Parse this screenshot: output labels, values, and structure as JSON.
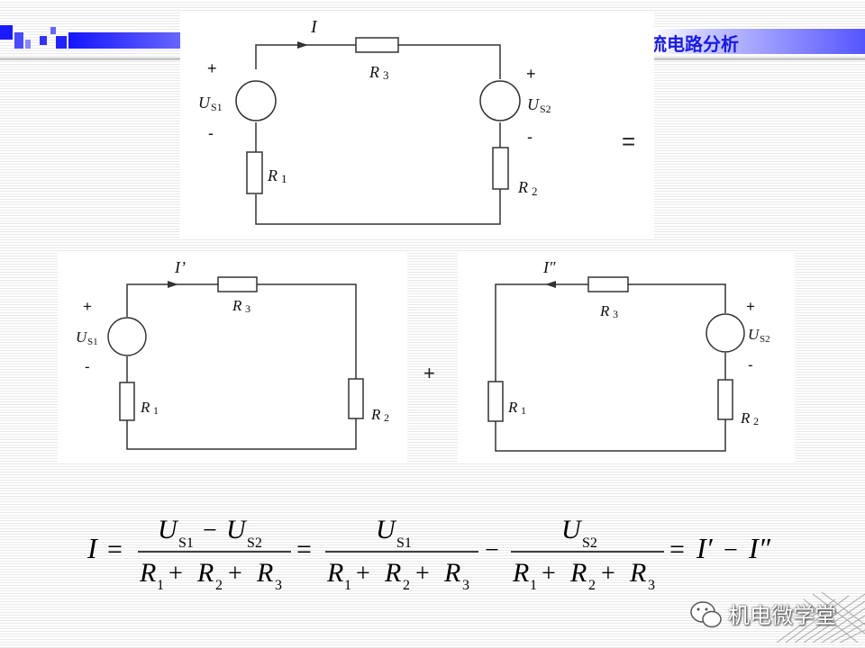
{
  "header": {
    "title": "流电路分析"
  },
  "top_circuit": {
    "current": "I",
    "left_source": {
      "symbol": "U",
      "subscript": "S1",
      "plus": "+",
      "minus": "-"
    },
    "right_source": {
      "symbol": "U",
      "subscript": "S2",
      "plus": "+",
      "minus": "-"
    },
    "r3": {
      "symbol": "R",
      "subscript": "3"
    },
    "r1": {
      "symbol": "R",
      "subscript": "1"
    },
    "r2": {
      "symbol": "R",
      "subscript": "2"
    }
  },
  "equals_sign": "=",
  "plus_sign": "+",
  "left_circuit": {
    "current": "I’",
    "left_source": {
      "symbol": "U",
      "subscript": "S1",
      "plus": "+",
      "minus": "-"
    },
    "r3": {
      "symbol": "R",
      "subscript": "3"
    },
    "r1": {
      "symbol": "R",
      "subscript": "1"
    },
    "r2": {
      "symbol": "R",
      "subscript": "2"
    }
  },
  "right_circuit": {
    "current": "I″",
    "right_source": {
      "symbol": "U",
      "subscript": "S2",
      "plus": "+",
      "minus": "-"
    },
    "r3": {
      "symbol": "R",
      "subscript": "3"
    },
    "r1": {
      "symbol": "R",
      "subscript": "1"
    },
    "r2": {
      "symbol": "R",
      "subscript": "2"
    }
  },
  "formula": {
    "lhs": "I",
    "eq": "=",
    "u": "U",
    "s1": "S1",
    "s2": "S2",
    "minus": "−",
    "plus": "+",
    "r": "R",
    "sub1": "1",
    "sub2": "2",
    "sub3": "3",
    "i_prime": "I′",
    "i_dprime": "I″"
  },
  "watermark": {
    "text": "机电微学堂"
  },
  "colors": {
    "header_blue": "#1515ff",
    "title_blue": "#1a1ae0",
    "wire": "#333333"
  }
}
